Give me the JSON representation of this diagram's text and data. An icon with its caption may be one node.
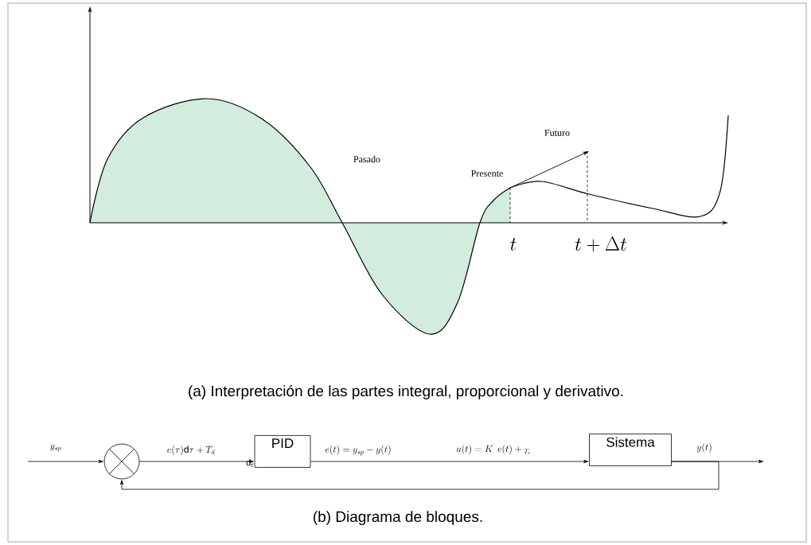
{
  "diagram": {
    "nodes": [
      {
        "text": [],
        "shape": "circle"
      },
      {
        "text": [
          "PID"
        ]
      },
      {
        "text": [
          "Sistema"
        ]
      }
    ],
    "edges": [
      {
        "from": null,
        "to": 0,
        "arrow": "to",
        "label": "y_{sp}"
      },
      {
        "from": 0,
        "to": 1,
        "arrow": "to",
        "label": "e(\\tau)\\mathrm{d}\\tau + T_d"
      },
      {
        "from": 1,
        "to": 2,
        "arrow": "to",
        "label": "e(t) = y_{sp} - y(t)"
      },
      {
        "from": 2,
        "to": null,
        "arrow": "to",
        "label": "y(t)"
      },
      {
        "from": 2,
        "to": 0,
        "arrow": "to"
      }
    ],
    "labels": [
      "Pasado",
      "Futuro",
      "Presente",
      "t",
      "t + \\Delta t",
      "(a) Interpretación de las partes integral, proporcional y derivativo.",
      "\\mathrm{d}_t",
      "u(t) = K\\;\\, e(t) + {}_{T_i}",
      "(b) Diagrama de bloques."
    ]
  }
}
